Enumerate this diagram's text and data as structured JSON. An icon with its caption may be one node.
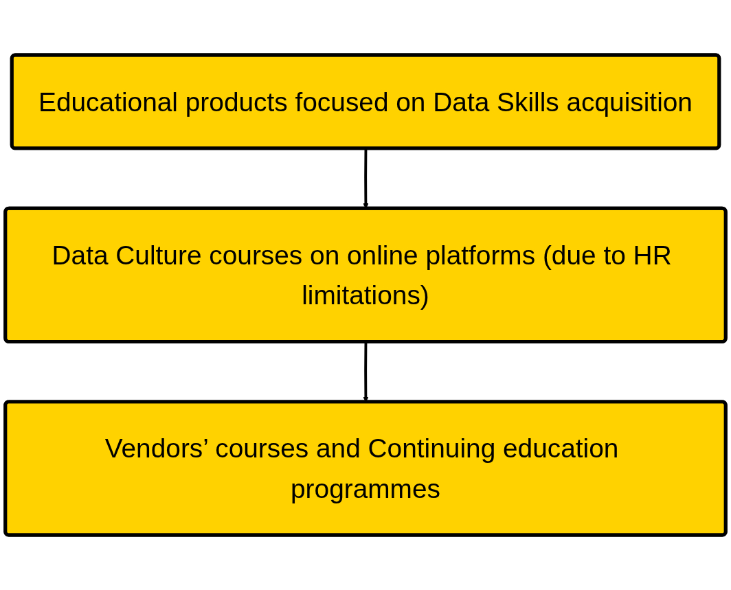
{
  "diagram": {
    "nodes": [
      {
        "text": [
          "Educational products focused on Data Skills acquisition"
        ]
      },
      {
        "text": [
          "Data Culture courses on online platforms (due to HR limitations)"
        ]
      },
      {
        "text": [
          "Vendors’ courses and Continuing education programmes"
        ]
      }
    ],
    "edges": [
      {
        "from": 0,
        "to": 1,
        "arrow": "to"
      },
      {
        "from": 1,
        "to": 2,
        "arrow": "to"
      }
    ]
  }
}
